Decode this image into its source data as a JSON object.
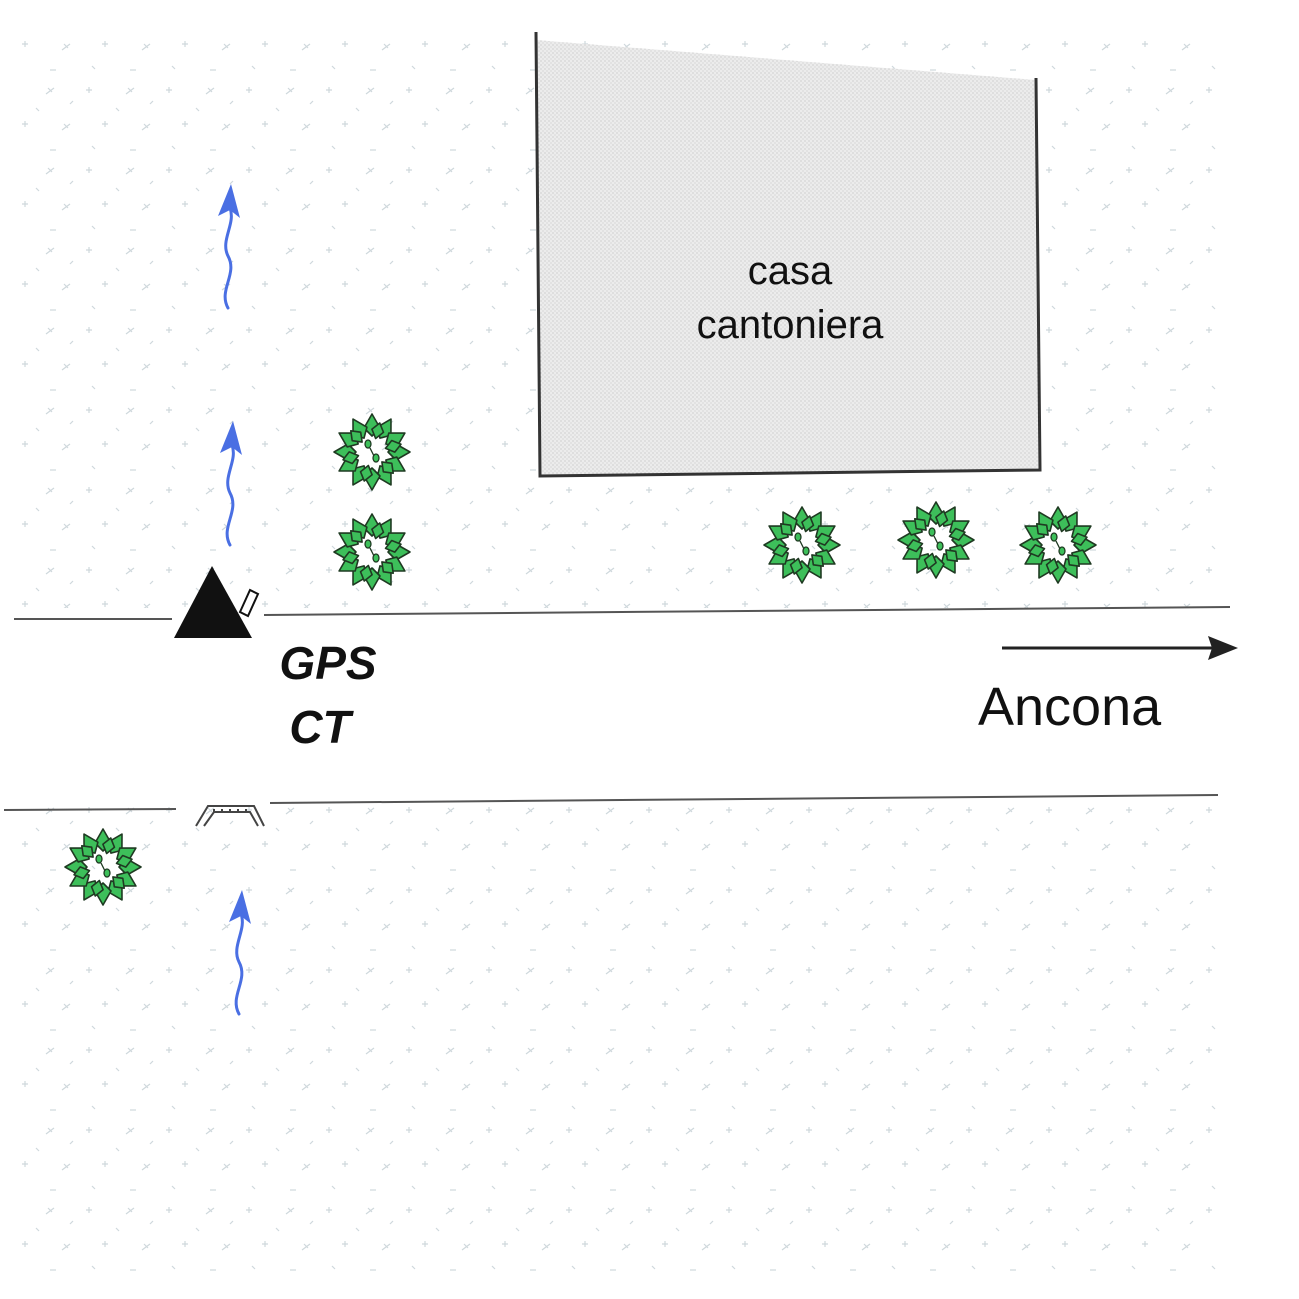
{
  "building": {
    "label_line1": "casa",
    "label_line2": "cantoniera"
  },
  "station": {
    "label_line1": "GPS",
    "label_line2": "CT"
  },
  "direction": {
    "label": "Ancona"
  },
  "colors": {
    "background": "#ffffff",
    "field_texture": "#cfd8dc",
    "road_edge": "#555555",
    "building_fill": "#e9e9e9",
    "building_stroke": "#333333",
    "tree_leaf": "#3dbf5a",
    "tree_outline": "#1f3a22",
    "flow_arrow": "#4a6fe3",
    "station_marker": "#111111",
    "arrow": "#222222"
  },
  "icons": {
    "station": "gps-station-triangle-icon",
    "tree": "tree-icon",
    "flow": "water-flow-arrow-icon",
    "culvert": "culvert-icon",
    "direction": "direction-arrow-icon"
  }
}
